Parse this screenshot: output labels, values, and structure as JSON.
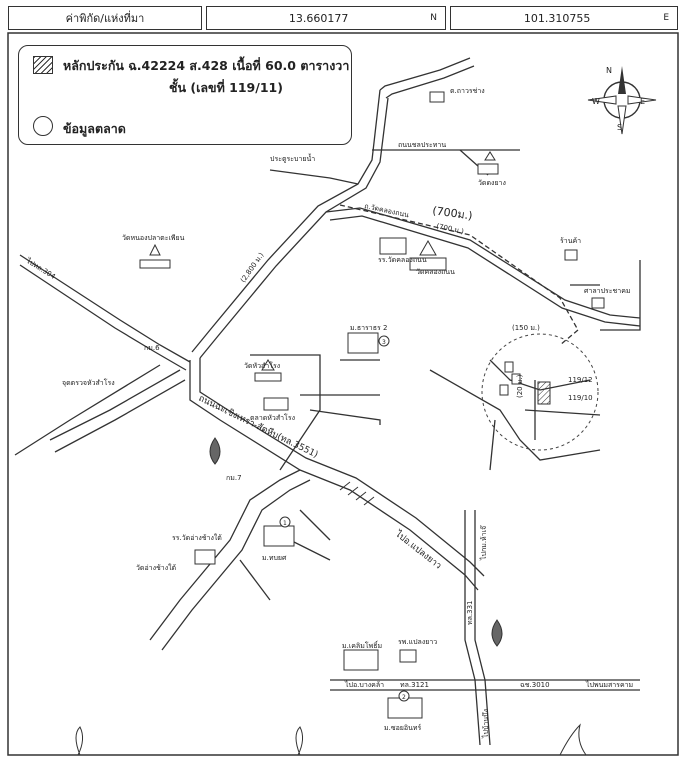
{
  "header": {
    "coord_label": "ค่าพิกัด/แห่งที่มา",
    "latitude": "13.660177",
    "lat_suffix": "N",
    "longitude": "101.310755",
    "lon_suffix": "E"
  },
  "legend": {
    "collateral_line1": "หลักประกัน ฉ.42224 ส.428 เนื้อที่ 60.0 ตารางวา",
    "collateral_line2": "ชั้น (เลขที่ 119/11)",
    "market_data": "ข้อมูลตลาด"
  },
  "compass": {
    "n": "N",
    "s": "S",
    "e": "E",
    "w": "W"
  },
  "labels": {
    "ban_karn_chang": "ต.ถาวรช่าง",
    "dam_road": "ถนนชลประทาน",
    "wat_dong_yang": "วัดดงยาง",
    "pratoo_ban": "ประตูระบายน้ำ",
    "handwritten_700": "(700ม.)",
    "road_klong_thanon": "ถ.วัดคลองถนน",
    "dist_700": "(700 ม.)",
    "school": "รร.วัดคลองถนน",
    "temple_klong": "วัดคลองถนน",
    "shop": "ร้านค้า",
    "sala": "ศาลาประชาคม",
    "wat_nong_pla": "วัดหนองปลาตะเพียน",
    "route_304": "ไปทล.304",
    "dist_2800": "(2,800 ม.)",
    "km6": "กม.6",
    "dist_150": "(150 ม.)",
    "dist_20": "(20 ม.)",
    "village2": "ม.ธาราธร 2",
    "badge3": "3",
    "lot_119_12": "119/12",
    "lot_119_10": "119/10",
    "police_box": "จุดตรวจหัวสำโรง",
    "wat_hua_samrong": "วัดหัวสำโรง",
    "market_hua_samrong": "ตลาดหัวสำโรง",
    "road_chachoengsao": "ถนนฉะเชิงเทรา-สัตหีบ(ทล.3551)",
    "km7": "กม.7",
    "route_paet_rio": "ไปอ.แปลงยาว",
    "village1": "ม.ทบยศ",
    "badge1": "1",
    "wat_chang_tai": "รร.วัดอ่างช้างใต้",
    "wat_chang_tai2": "วัดอ่างช้างใต้",
    "road_331": "ทล.331",
    "to_km": "ไปกม.ห้าเจ๊",
    "village_khon": "ม.เคลิมโพธิ์ม",
    "rp_hospital": "รพ.แปลงยาว",
    "road_3121": "ทล.3121",
    "road_3010": "ฉช.3010",
    "to_phanom": "ไปพนมสารคาม",
    "to_bang_khla": "ไปอ.บางคล้า",
    "village_zone": "ม.ซอยอินทร์",
    "badge2": "2",
    "to_ban_bueng": "ไปบ้านบึง"
  }
}
